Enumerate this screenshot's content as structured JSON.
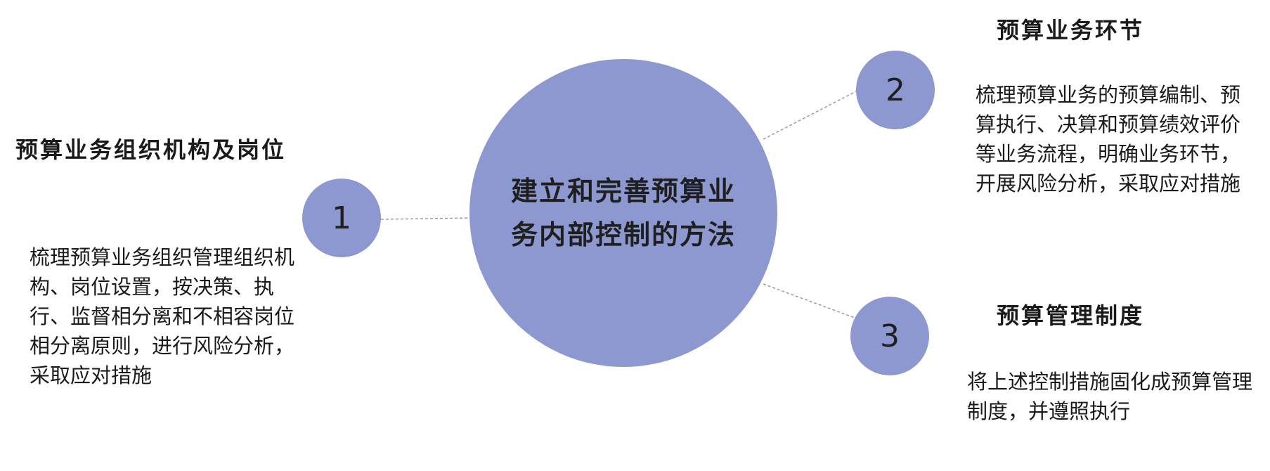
{
  "center": {
    "title": "建立和完善预算业务内部控制的方法"
  },
  "colors": {
    "circle_fill": "#8c98cf",
    "connector": "#9a9a9a"
  },
  "items": [
    {
      "number": "1",
      "heading": "预算业务组织机构及岗位",
      "text": "梳理预算业务组织管理组织机构、岗位设置，按决策、执行、监督相分离和不相容岗位相分离原则，进行风险分析，采取应对措施"
    },
    {
      "number": "2",
      "heading": "预算业务环节",
      "text": "梳理预算业务的预算编制、预算执行、决算和预算绩效评价等业务流程，明确业务环节，开展风险分析，采取应对措施"
    },
    {
      "number": "3",
      "heading": "预算管理制度",
      "text": "将上述控制措施固化成预算管理制度，并遵照执行"
    }
  ]
}
